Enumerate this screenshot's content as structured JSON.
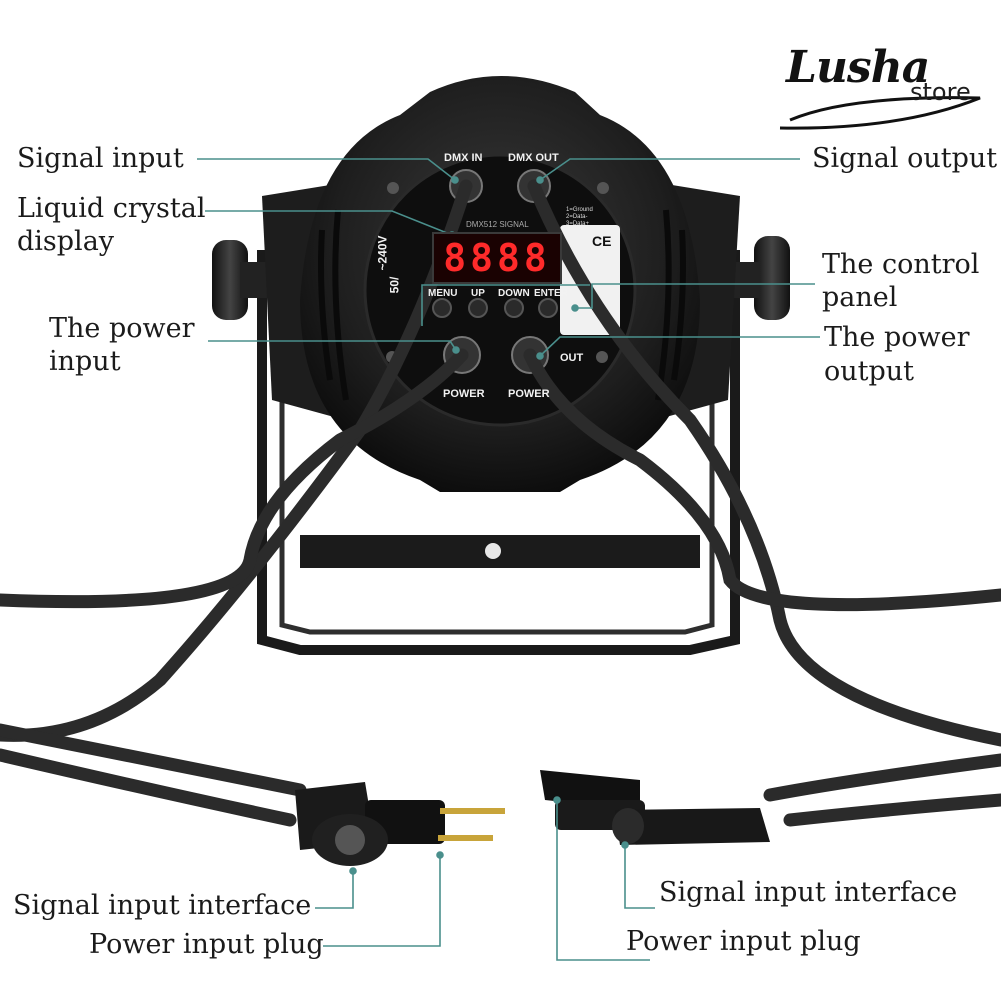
{
  "brand": {
    "logo_script": "Lusha",
    "logo_suffix": "store"
  },
  "callouts": {
    "signal_input": "Signal input",
    "signal_output": "Signal output",
    "lcd_line1": "Liquid crystal",
    "lcd_line2": "display",
    "control_panel_line1": "The control",
    "control_panel_line2": "panel",
    "power_input_line1": "The power",
    "power_input_line2": "input",
    "power_output_line1": "The power",
    "power_output_line2": "output",
    "left_signal_interface": "Signal input interface",
    "left_power_plug": "Power input plug",
    "right_signal_interface": "Signal input interface",
    "right_power_plug": "Power input plug"
  },
  "device_panel": {
    "dmx_in": "DMX IN",
    "dmx_out": "DMX OUT",
    "signal_label": "DMX512 SIGNAL",
    "lcd_value": "8888",
    "buttons": [
      "MENU",
      "UP",
      "DOWN",
      "ENTER"
    ],
    "power_left": "POWER",
    "power_right": "POWER",
    "out": "OUT",
    "voltage": "~240V",
    "frequency": "50/",
    "pinout": [
      "1=Ground",
      "2=Data-",
      "3=Data+"
    ],
    "ce": "CE"
  },
  "colors": {
    "callout_line": "#4a8f8c",
    "cable": "#2b2b2b",
    "body": "#1c1c1c",
    "lcd_digits": "#ff2a2a"
  }
}
